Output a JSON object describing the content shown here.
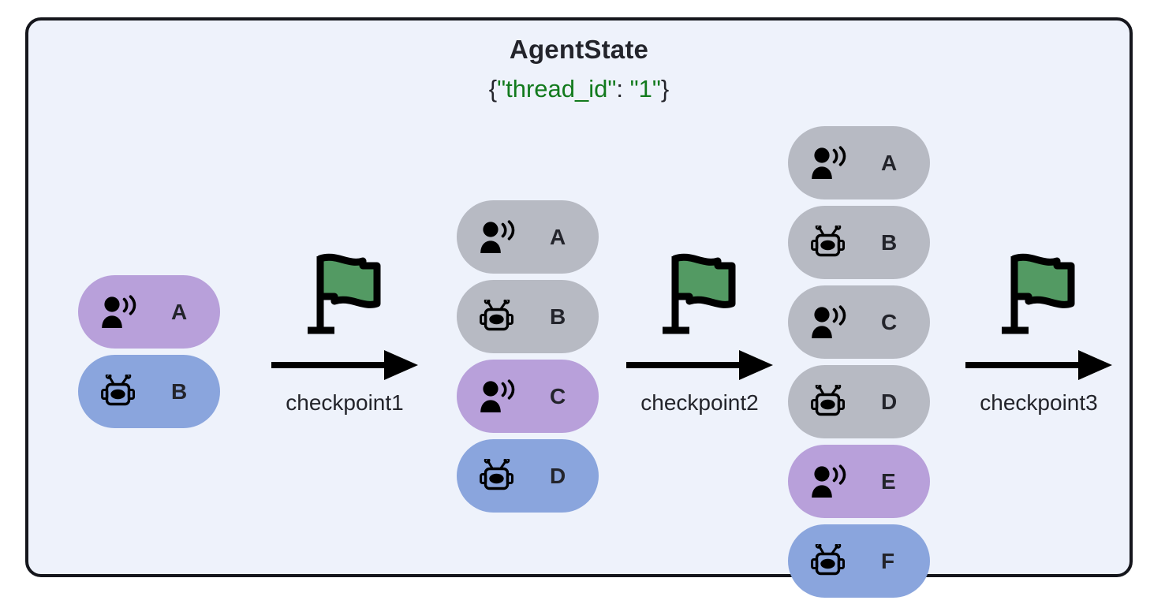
{
  "header": {
    "title": "AgentState",
    "thread_json_prefix": "{",
    "thread_json_key": "\"thread_id\"",
    "thread_json_sep": ": ",
    "thread_json_value": "\"1\"",
    "thread_json_suffix": "}"
  },
  "colors": {
    "panel_background": "#eef2fb",
    "panel_border": "#15161c",
    "human_pill": "#b8a0da",
    "ai_pill": "#8aa5dd",
    "archived_pill": "#b7bac3",
    "flag_green": "#539a63",
    "text": "#23242b",
    "json_string": "#127a1d"
  },
  "states": [
    {
      "name": "state-1",
      "messages": [
        {
          "label": "A",
          "icon": "person-speaking-icon",
          "kind": "human",
          "color": "#b8a0da"
        },
        {
          "label": "B",
          "icon": "robot-icon",
          "kind": "ai",
          "color": "#8aa5dd"
        }
      ]
    },
    {
      "name": "state-2",
      "messages": [
        {
          "label": "A",
          "icon": "person-speaking-icon",
          "kind": "archived",
          "color": "#b7bac3"
        },
        {
          "label": "B",
          "icon": "robot-icon",
          "kind": "archived",
          "color": "#b7bac3"
        },
        {
          "label": "C",
          "icon": "person-speaking-icon",
          "kind": "human",
          "color": "#b8a0da"
        },
        {
          "label": "D",
          "icon": "robot-icon",
          "kind": "ai",
          "color": "#8aa5dd"
        }
      ]
    },
    {
      "name": "state-3",
      "messages": [
        {
          "label": "A",
          "icon": "person-speaking-icon",
          "kind": "archived",
          "color": "#b7bac3"
        },
        {
          "label": "B",
          "icon": "robot-icon",
          "kind": "archived",
          "color": "#b7bac3"
        },
        {
          "label": "C",
          "icon": "person-speaking-icon",
          "kind": "archived",
          "color": "#b7bac3"
        },
        {
          "label": "D",
          "icon": "robot-icon",
          "kind": "archived",
          "color": "#b7bac3"
        },
        {
          "label": "E",
          "icon": "person-speaking-icon",
          "kind": "human",
          "color": "#b8a0da"
        },
        {
          "label": "F",
          "icon": "robot-icon",
          "kind": "ai",
          "color": "#8aa5dd"
        }
      ]
    }
  ],
  "checkpoints": [
    {
      "label": "checkpoint1",
      "flag_icon": "green-flag-icon",
      "arrow_icon": "arrow-right-icon"
    },
    {
      "label": "checkpoint2",
      "flag_icon": "green-flag-icon",
      "arrow_icon": "arrow-right-icon"
    },
    {
      "label": "checkpoint3",
      "flag_icon": "green-flag-icon",
      "arrow_icon": "arrow-right-icon"
    }
  ]
}
